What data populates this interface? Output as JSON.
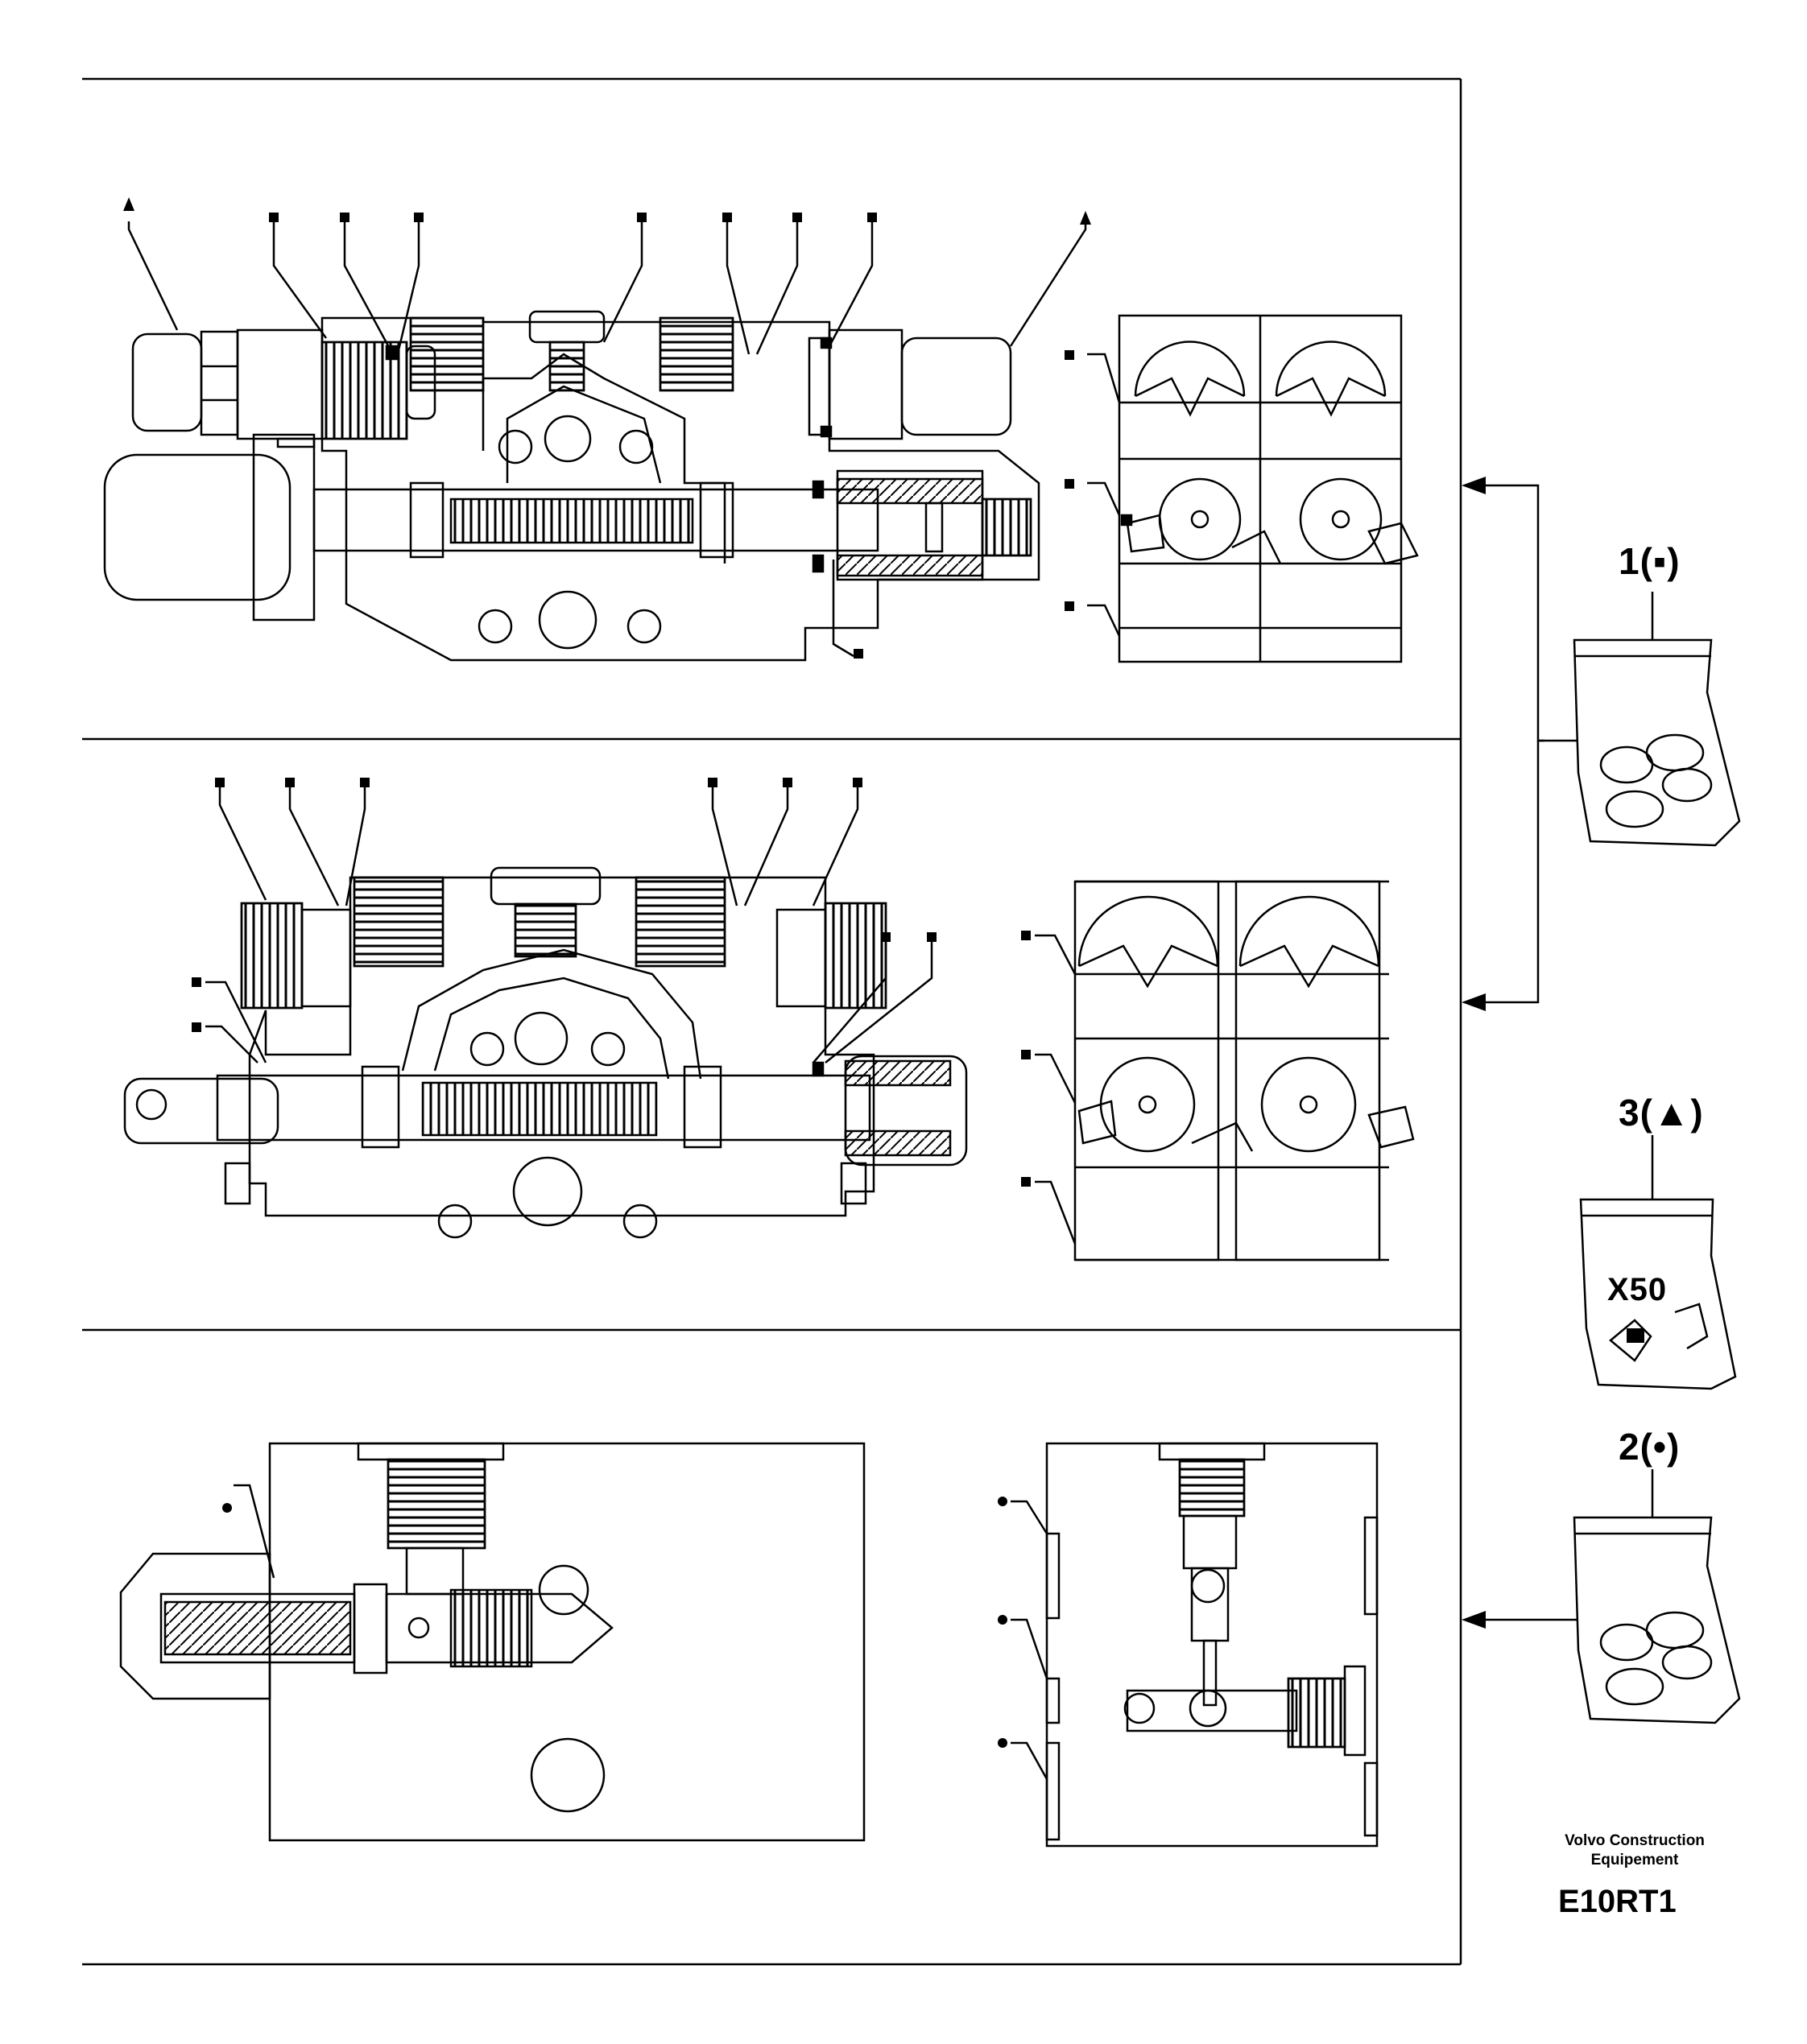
{
  "kits": [
    {
      "label": "1(▪)"
    },
    {
      "label": "3(▲)",
      "quantity": "X50"
    },
    {
      "label": "2(•)"
    }
  ],
  "footer": {
    "brand_line1": "Volvo Construction",
    "brand_line2": "Equipement",
    "code": "E10RT1"
  },
  "colors": {
    "line": "#000000",
    "background": "#ffffff"
  }
}
